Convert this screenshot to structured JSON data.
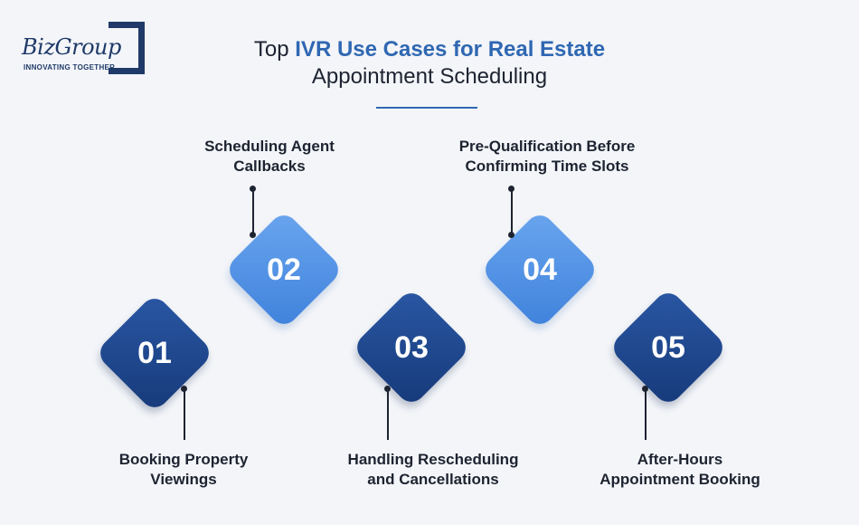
{
  "logo": {
    "name": "BizGroup",
    "tagline": "INNOVATING TOGETHER"
  },
  "title": {
    "prefix": "Top ",
    "accent": "IVR Use Cases for Real Estate",
    "line2": "Appointment Scheduling"
  },
  "colors": {
    "dark_diamond": "#1f4a93",
    "light_diamond": "#4f8fe6",
    "accent": "#2f67b2",
    "text": "#1d2330",
    "background": "#f3f5f9"
  },
  "items": [
    {
      "number": "01",
      "lines": [
        "Booking Property",
        "Viewings"
      ]
    },
    {
      "number": "02",
      "lines": [
        "Scheduling Agent",
        "Callbacks"
      ]
    },
    {
      "number": "03",
      "lines": [
        "Handling Rescheduling",
        "and Cancellations"
      ]
    },
    {
      "number": "04",
      "lines": [
        "Pre-Qualification Before",
        "Confirming Time Slots"
      ]
    },
    {
      "number": "05",
      "lines": [
        "After-Hours",
        "Appointment Booking"
      ]
    }
  ]
}
